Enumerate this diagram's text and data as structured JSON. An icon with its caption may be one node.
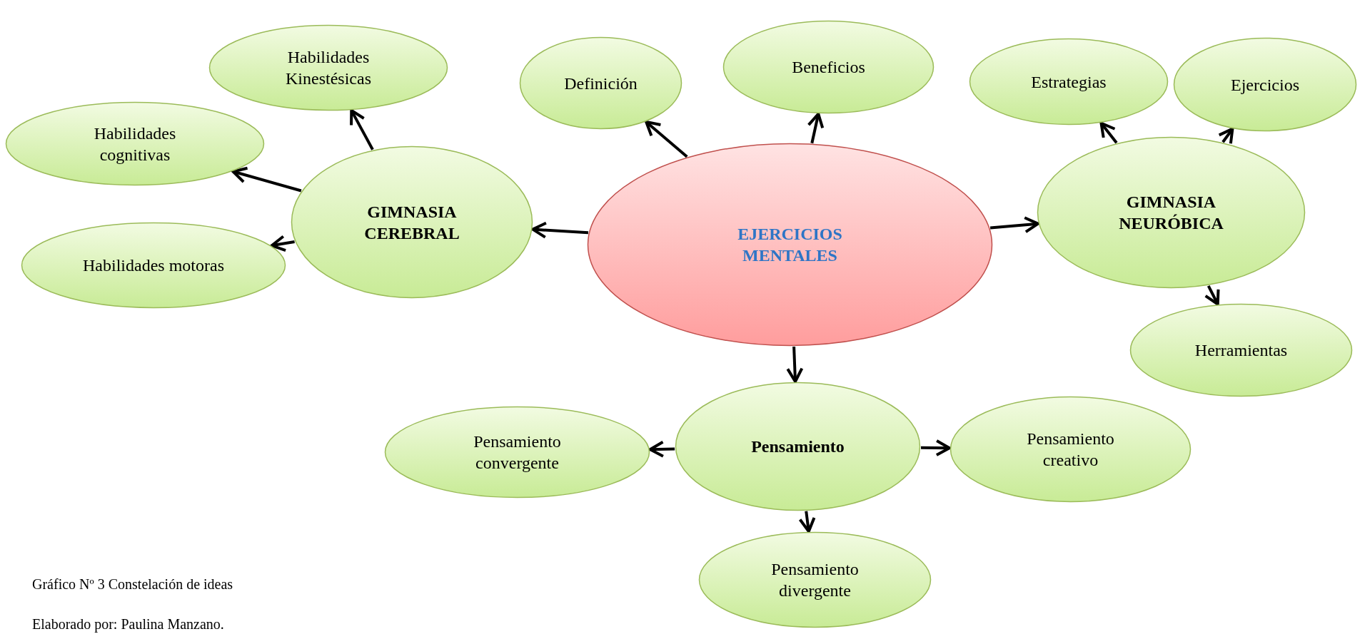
{
  "diagram": {
    "nodes": [
      {
        "text": [
          "EJERCICIOS MENTALES"
        ]
      },
      {
        "text": [
          "GIMNASIA CEREBRAL"
        ]
      },
      {
        "text": [
          "Habilidades Kinestésicas"
        ]
      },
      {
        "text": [
          "Habilidades cognitivas"
        ]
      },
      {
        "text": [
          "Habilidades motoras"
        ]
      },
      {
        "text": [
          "Definición"
        ]
      },
      {
        "text": [
          "Beneficios"
        ]
      },
      {
        "text": [
          "GIMNASIA NEURÓBICA"
        ]
      },
      {
        "text": [
          "Estrategias"
        ]
      },
      {
        "text": [
          "Ejercicios"
        ]
      },
      {
        "text": [
          "Herramientas"
        ]
      },
      {
        "text": [
          "Pensamiento"
        ]
      },
      {
        "text": [
          "Pensamiento convergente"
        ]
      },
      {
        "text": [
          "Pensamiento creativo"
        ]
      },
      {
        "text": [
          "Pensamiento divergente"
        ]
      }
    ],
    "edges": [
      {
        "from": 0,
        "to": 1,
        "arrow": "to"
      },
      {
        "from": 0,
        "to": 5,
        "arrow": "to"
      },
      {
        "from": 0,
        "to": 6,
        "arrow": "to"
      },
      {
        "from": 0,
        "to": 7,
        "arrow": "to"
      },
      {
        "from": 0,
        "to": 11,
        "arrow": "to"
      },
      {
        "from": 1,
        "to": 2,
        "arrow": "to"
      },
      {
        "from": 1,
        "to": 3,
        "arrow": "to"
      },
      {
        "from": 1,
        "to": 4,
        "arrow": "to"
      },
      {
        "from": 7,
        "to": 8,
        "arrow": "to"
      },
      {
        "from": 7,
        "to": 9,
        "arrow": "to"
      },
      {
        "from": 7,
        "to": 10,
        "arrow": "to"
      },
      {
        "from": 11,
        "to": 12,
        "arrow": "to"
      },
      {
        "from": 11,
        "to": 13,
        "arrow": "to"
      },
      {
        "from": 11,
        "to": 14,
        "arrow": "to"
      }
    ],
    "labels": [
      "Gráfico Nº 3 Constelación de ideas",
      "Elaborado por: Paulina Manzano."
    ]
  }
}
